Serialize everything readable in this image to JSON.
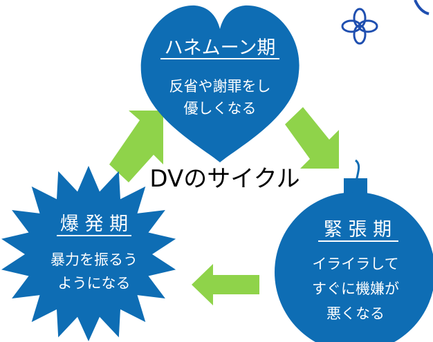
{
  "diagram": {
    "center_title": "DVのサイクル",
    "colors": {
      "shape_fill": "#0e6db4",
      "arrow_fill": "#8fd34a",
      "flower_stroke": "#1f4fb0",
      "text_on_shape": "#ffffff",
      "center_text": "#000000"
    },
    "phases": [
      {
        "id": "honeymoon",
        "shape": "heart",
        "title": "ハネムーン期",
        "lines": [
          "反省や謝罪をし",
          "優しくなる"
        ]
      },
      {
        "id": "tension",
        "shape": "bomb",
        "title": "緊 張 期",
        "lines": [
          "イライラして",
          "すぐに機嫌が",
          "悪くなる"
        ]
      },
      {
        "id": "explosion",
        "shape": "starburst",
        "title": "爆 発 期",
        "lines": [
          "暴力を振るう",
          "ようになる"
        ]
      }
    ],
    "decorations": [
      "flower-icon"
    ]
  }
}
